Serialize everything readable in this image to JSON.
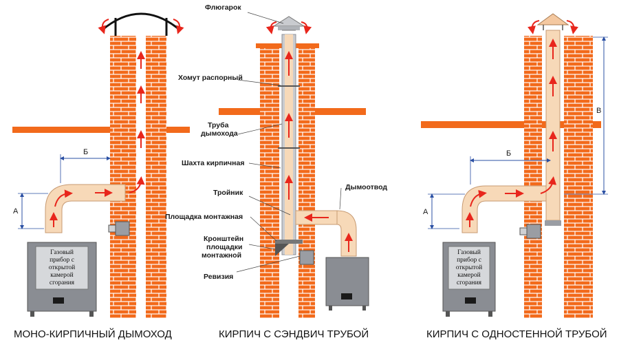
{
  "diagram_1": {
    "caption": "МОНО-КИРПИЧНЫЙ ДЫМОХОД",
    "dim_a": "А",
    "dim_b": "Б",
    "boiler_text": [
      "Газовый",
      "прибор с",
      "открытой",
      "камерой",
      "сгорания"
    ]
  },
  "diagram_2": {
    "caption": "КИРПИЧ С СЭНДВИЧ ТРУБОЙ",
    "labels": {
      "flugarok": "Флюгарок",
      "khomut": "Хомут распорный",
      "truba_1": "Труба",
      "truba_2": "дымохода",
      "shakhta": "Шахта кирпичная",
      "troynik": "Тройник",
      "dymootvod": "Дымоотвод",
      "ploshchadka": "Площадка монтажная",
      "kronshteyn_1": "Кронштейн",
      "kronshteyn_2": "площадки",
      "kronshteyn_3": "монтажной",
      "reviziya": "Ревизия"
    }
  },
  "diagram_3": {
    "caption": "КИРПИЧ С ОДНОСТЕННОЙ ТРУБОЙ",
    "dim_a": "А",
    "dim_b": "Б",
    "dim_v": "В",
    "boiler_text": [
      "Газовый",
      "прибор с",
      "открытой",
      "камерой",
      "сгорания"
    ]
  },
  "colors": {
    "brick": "#f26a1b",
    "mortar": "#ffffff",
    "pipe": "#f7d9b8",
    "arrow": "#e8261c",
    "boiler": "#8a8d93",
    "dimension": "#2a4fa3"
  }
}
